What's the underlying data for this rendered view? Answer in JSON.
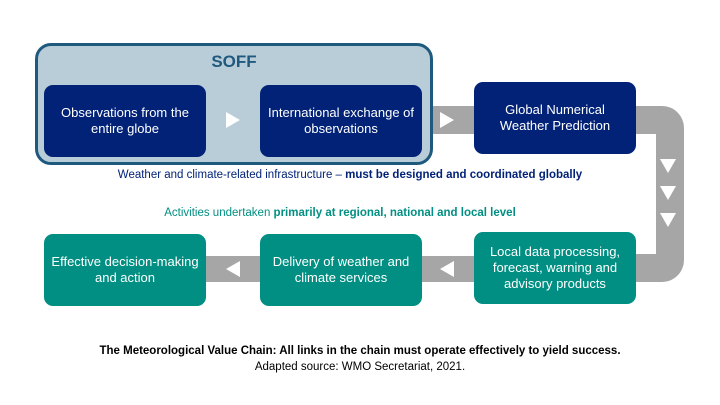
{
  "soff_label": "SOFF",
  "top_row": [
    {
      "label": "Observations from the entire globe"
    },
    {
      "label": "International exchange of observations"
    },
    {
      "label": "Global Numerical Weather Prediction"
    }
  ],
  "bottom_row": [
    {
      "label": "Effective decision-making and action"
    },
    {
      "label": "Delivery of weather and climate services"
    },
    {
      "label": "Local data processing, forecast, warning and advisory products"
    }
  ],
  "global_note": {
    "prefix": "Weather and climate-related infrastructure – ",
    "bold": "must be designed and coordinated globally"
  },
  "local_note": {
    "prefix": "Activities undertaken ",
    "bold": "primarily at regional, national and local level"
  },
  "caption": {
    "title": "The Meteorological Value Chain: All links in the chain must operate effectively to yield success.",
    "source": "Adapted source: WMO Secretariat, 2021."
  },
  "colors": {
    "global": "#012277",
    "local": "#008f82",
    "soff_border": "#1f5a7e",
    "connector": "#a6a6a6"
  }
}
